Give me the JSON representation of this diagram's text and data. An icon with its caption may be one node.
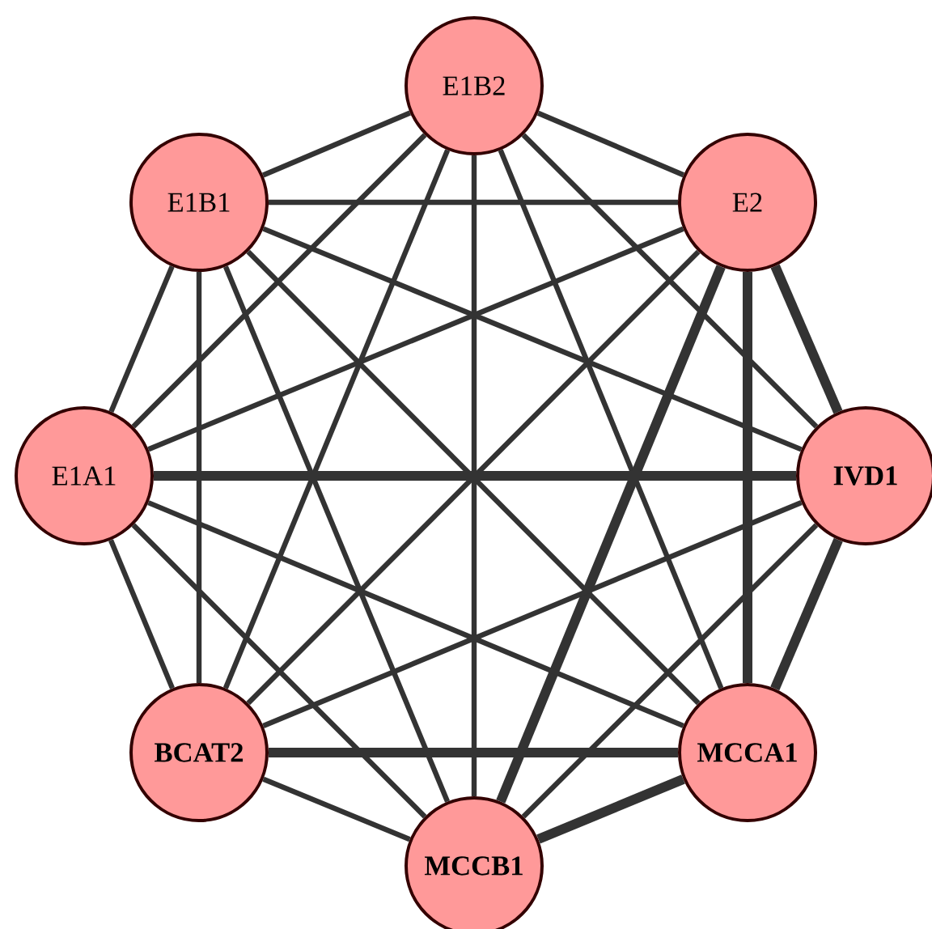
{
  "diagram": {
    "nodes": [
      {
        "text": [
          "E1B2"
        ]
      },
      {
        "text": [
          "E1B1"
        ]
      },
      {
        "text": [
          "E2"
        ]
      },
      {
        "text": [
          "E1A1"
        ]
      },
      {
        "text": [
          "IVD1"
        ]
      },
      {
        "text": [
          "BCAT2"
        ]
      },
      {
        "text": [
          "MCCA1"
        ]
      },
      {
        "text": [
          "MCCB1"
        ]
      }
    ],
    "edges": [
      {
        "from": 0,
        "to": 1,
        "arrow": "none"
      },
      {
        "from": 0,
        "to": 2,
        "arrow": "none"
      },
      {
        "from": 0,
        "to": 3,
        "arrow": "none"
      },
      {
        "from": 0,
        "to": 4,
        "arrow": "none"
      },
      {
        "from": 0,
        "to": 5,
        "arrow": "none"
      },
      {
        "from": 0,
        "to": 6,
        "arrow": "none"
      },
      {
        "from": 0,
        "to": 7,
        "arrow": "none"
      },
      {
        "from": 1,
        "to": 2,
        "arrow": "none"
      },
      {
        "from": 1,
        "to": 3,
        "arrow": "none"
      },
      {
        "from": 1,
        "to": 4,
        "arrow": "none"
      },
      {
        "from": 1,
        "to": 5,
        "arrow": "none"
      },
      {
        "from": 1,
        "to": 6,
        "arrow": "none"
      },
      {
        "from": 1,
        "to": 7,
        "arrow": "none"
      },
      {
        "from": 2,
        "to": 3,
        "arrow": "none"
      },
      {
        "from": 2,
        "to": 4,
        "arrow": "none",
        "style": "thick"
      },
      {
        "from": 2,
        "to": 5,
        "arrow": "none"
      },
      {
        "from": 2,
        "to": 6,
        "arrow": "none",
        "style": "thick"
      },
      {
        "from": 2,
        "to": 7,
        "arrow": "none",
        "style": "thick"
      },
      {
        "from": 3,
        "to": 4,
        "arrow": "none",
        "style": "thick"
      },
      {
        "from": 3,
        "to": 5,
        "arrow": "none"
      },
      {
        "from": 3,
        "to": 6,
        "arrow": "none"
      },
      {
        "from": 3,
        "to": 7,
        "arrow": "none"
      },
      {
        "from": 4,
        "to": 5,
        "arrow": "none"
      },
      {
        "from": 4,
        "to": 6,
        "arrow": "none",
        "style": "thick"
      },
      {
        "from": 4,
        "to": 7,
        "arrow": "none"
      },
      {
        "from": 5,
        "to": 6,
        "arrow": "none",
        "style": "thick"
      },
      {
        "from": 5,
        "to": 7,
        "arrow": "none"
      },
      {
        "from": 6,
        "to": 7,
        "arrow": "none",
        "style": "thick"
      }
    ]
  }
}
